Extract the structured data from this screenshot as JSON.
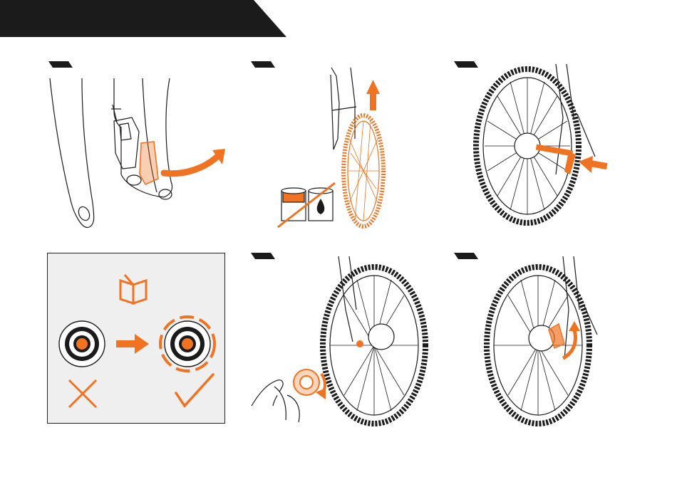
{
  "colors": {
    "accent": "#f07322",
    "ink": "#1b1b1b",
    "info_box_bg": "#efefef"
  },
  "header": {
    "text": ""
  },
  "steps": [
    {
      "icon": "remove-brake-pad-spacer"
    },
    {
      "icon": "install-front-wheel-no-grease"
    },
    {
      "icon": "insert-thru-axle"
    },
    {
      "icon": "manual-notice-correct-axle-orientation"
    },
    {
      "icon": "tighten-axle-nut"
    },
    {
      "icon": "close-quick-release-lever"
    }
  ]
}
